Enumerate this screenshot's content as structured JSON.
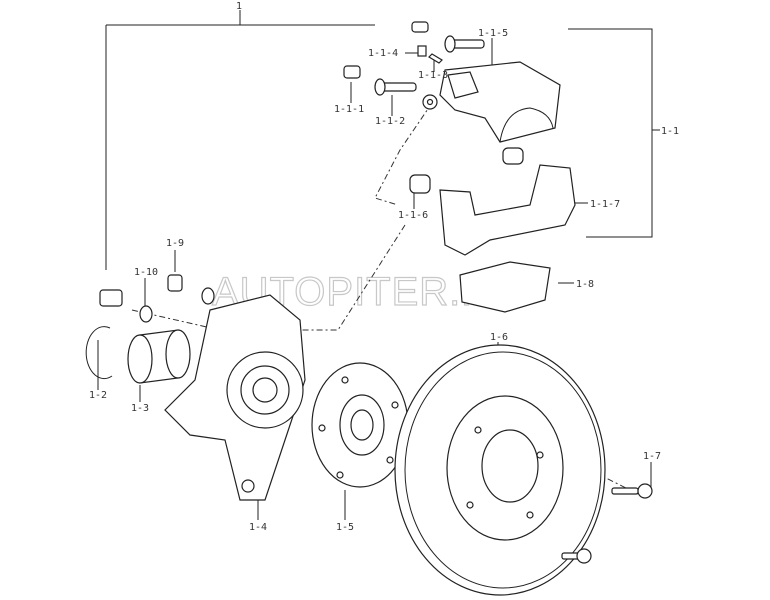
{
  "diagram": {
    "watermark": "AUTOPITER.RU",
    "labels": {
      "assembly": "1",
      "caliper_assy": "1-1",
      "bolt_1_1_1": "1-1-1",
      "guide_pin_1_1_2": "1-1-2",
      "clip_1_1_3": "1-1-3",
      "bleeder_1_1_4": "1-1-4",
      "caliper_body_1_1_5": "1-1-5",
      "boot_1_1_6": "1-1-6",
      "bracket_1_1_7": "1-1-7",
      "snap_ring_1_2": "1-2",
      "bearing_1_3": "1-3",
      "knuckle_1_4": "1-4",
      "hub_1_5": "1-5",
      "disc_1_6": "1-6",
      "screw_1_7": "1-7",
      "pads_1_8": "1-8",
      "bolt_1_9": "1-9",
      "washer_1_10": "1-10"
    }
  }
}
